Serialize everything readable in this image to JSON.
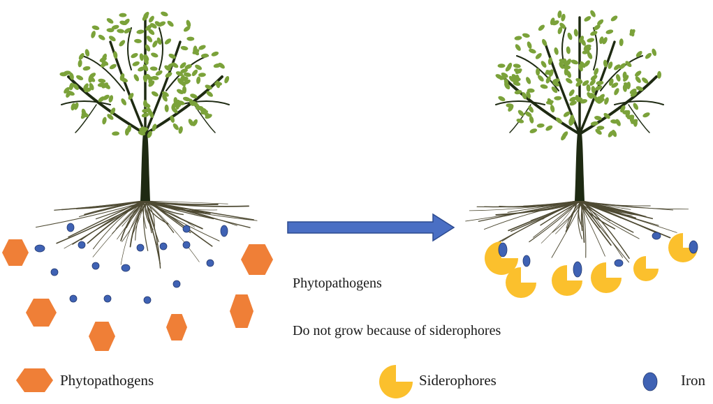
{
  "texts": {
    "center_label_1": "Phytopathogens",
    "center_label_2": "Do not grow because of siderophores"
  },
  "legend": {
    "phytopathogens": "Phytopathogens",
    "siderophores": "Siderophores",
    "iron": "Iron"
  },
  "colors": {
    "phytopathogen": "#ef7f37",
    "siderophore": "#fbc02d",
    "iron": "#3f62b4",
    "iron_stroke": "#22386f",
    "arrow": "#4a6fc4",
    "arrow_stroke": "#2c4a8f",
    "leaf": "#7ba23a",
    "trunk": "#1e2a12",
    "roots": "#4e4a33"
  },
  "icons": {
    "phytopathogen": "orange-hexagon-icon",
    "siderophore": "yellow-pacman-icon",
    "iron": "blue-ellipse-icon",
    "arrow": "right-arrow-icon",
    "tree": "tree-with-roots-icon"
  }
}
